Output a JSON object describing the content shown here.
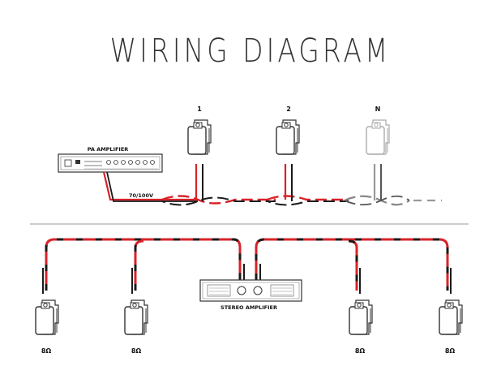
{
  "title": "WIRING DIAGRAM",
  "top_section": {
    "amplifier_label": "PA AMPLIFIER",
    "line_label": "70/100V",
    "speaker_labels": [
      "1",
      "2",
      "N"
    ]
  },
  "bottom_section": {
    "amplifier_label": "STEREO AMPLIFIER",
    "speaker_impedance_labels": [
      "8Ω",
      "8Ω",
      "8Ω",
      "8Ω"
    ]
  },
  "colors": {
    "wire_red": "#d8232a",
    "wire_black": "#1a1a1a",
    "wire_gray": "#888888",
    "divider": "#999999"
  }
}
